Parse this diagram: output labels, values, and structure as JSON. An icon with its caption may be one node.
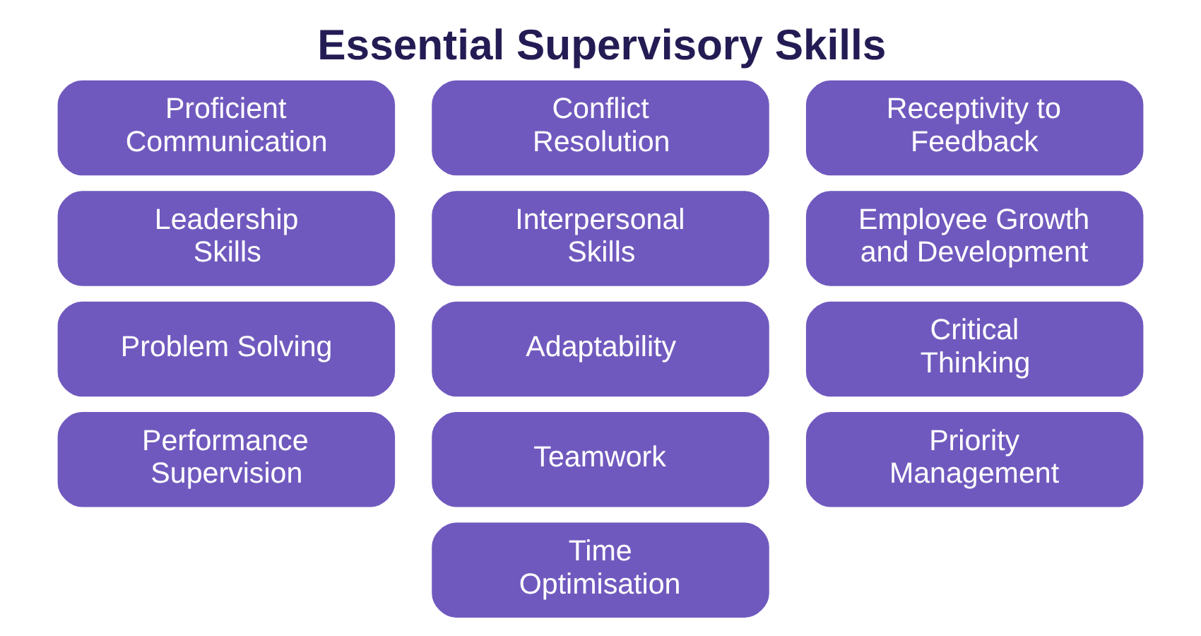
{
  "diagram": {
    "title": "Essential Supervisory Skills",
    "nodes": [
      {
        "text": [
          "Proficient Communication"
        ]
      },
      {
        "text": [
          "Conflict Resolution"
        ]
      },
      {
        "text": [
          "Receptivity to Feedback"
        ]
      },
      {
        "text": [
          "Leadership Skills"
        ]
      },
      {
        "text": [
          "Interpersonal Skills"
        ]
      },
      {
        "text": [
          "Employee Growth and Development"
        ]
      },
      {
        "text": [
          "Problem Solving"
        ]
      },
      {
        "text": [
          "Adaptability"
        ]
      },
      {
        "text": [
          "Critical Thinking"
        ]
      },
      {
        "text": [
          "Performance Supervision"
        ]
      },
      {
        "text": [
          "Teamwork"
        ]
      },
      {
        "text": [
          "Priority Management"
        ]
      },
      {
        "text": [
          "Time Optimisation"
        ]
      }
    ]
  }
}
